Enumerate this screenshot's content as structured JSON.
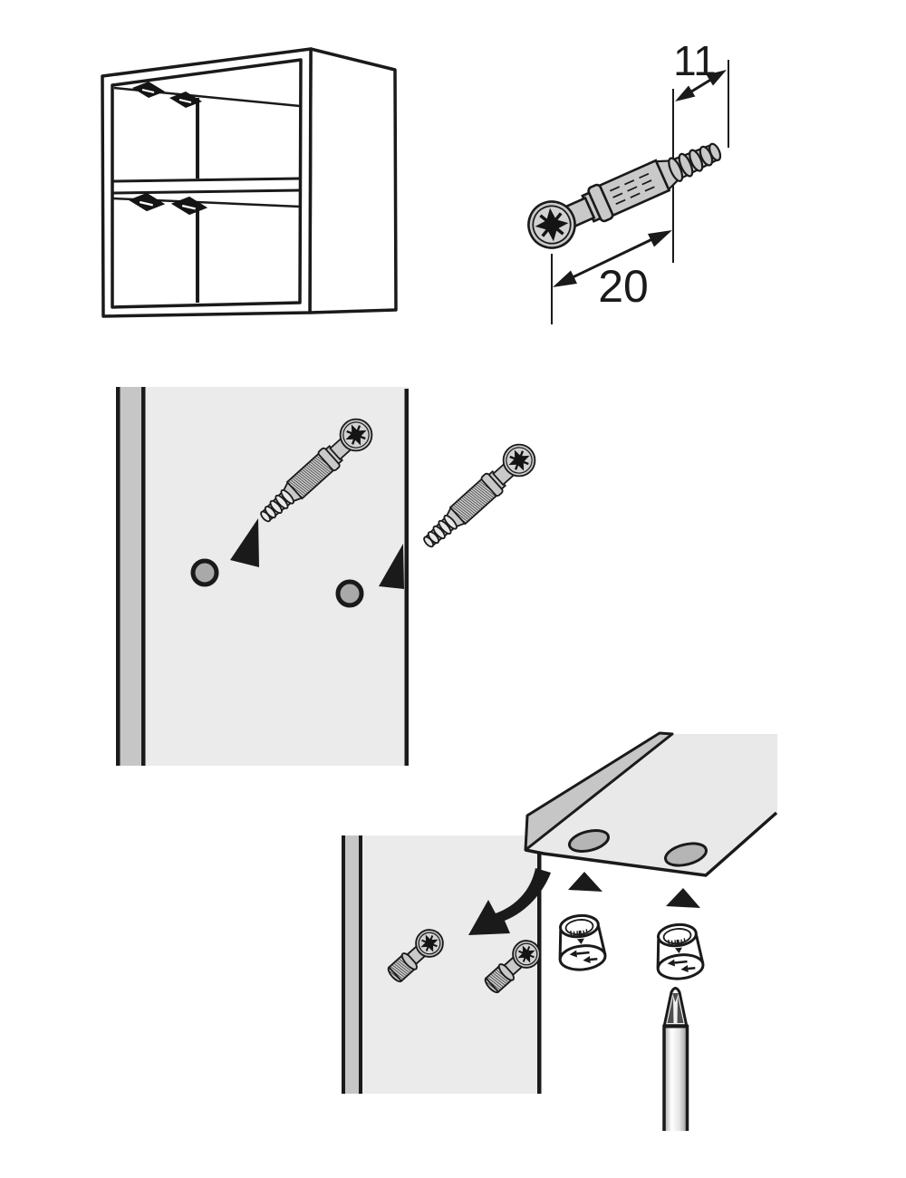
{
  "figure": {
    "type": "furniture-assembly-instructions",
    "dimension_labels": {
      "thread_length": "11",
      "bolt_length": "20"
    },
    "colors": {
      "background": "#ffffff",
      "line": "#1a1a1a",
      "panel_fill": "#ebebeb",
      "panel_edge_strip": "#c6c6c6",
      "hardware_fill": "#c9c9c9",
      "drill_hole_fill": "#a9a9a9",
      "cam_hole_fill": "#b5b5b5",
      "driver_tip_wing": "#4f4f4f"
    },
    "parts": [
      "wall-cabinet",
      "connector-bolt",
      "side-panel-with-holes",
      "insert-direction-arrows",
      "shelf-panel-with-cam-holes",
      "cam-locks",
      "phillips-screwdriver"
    ]
  }
}
